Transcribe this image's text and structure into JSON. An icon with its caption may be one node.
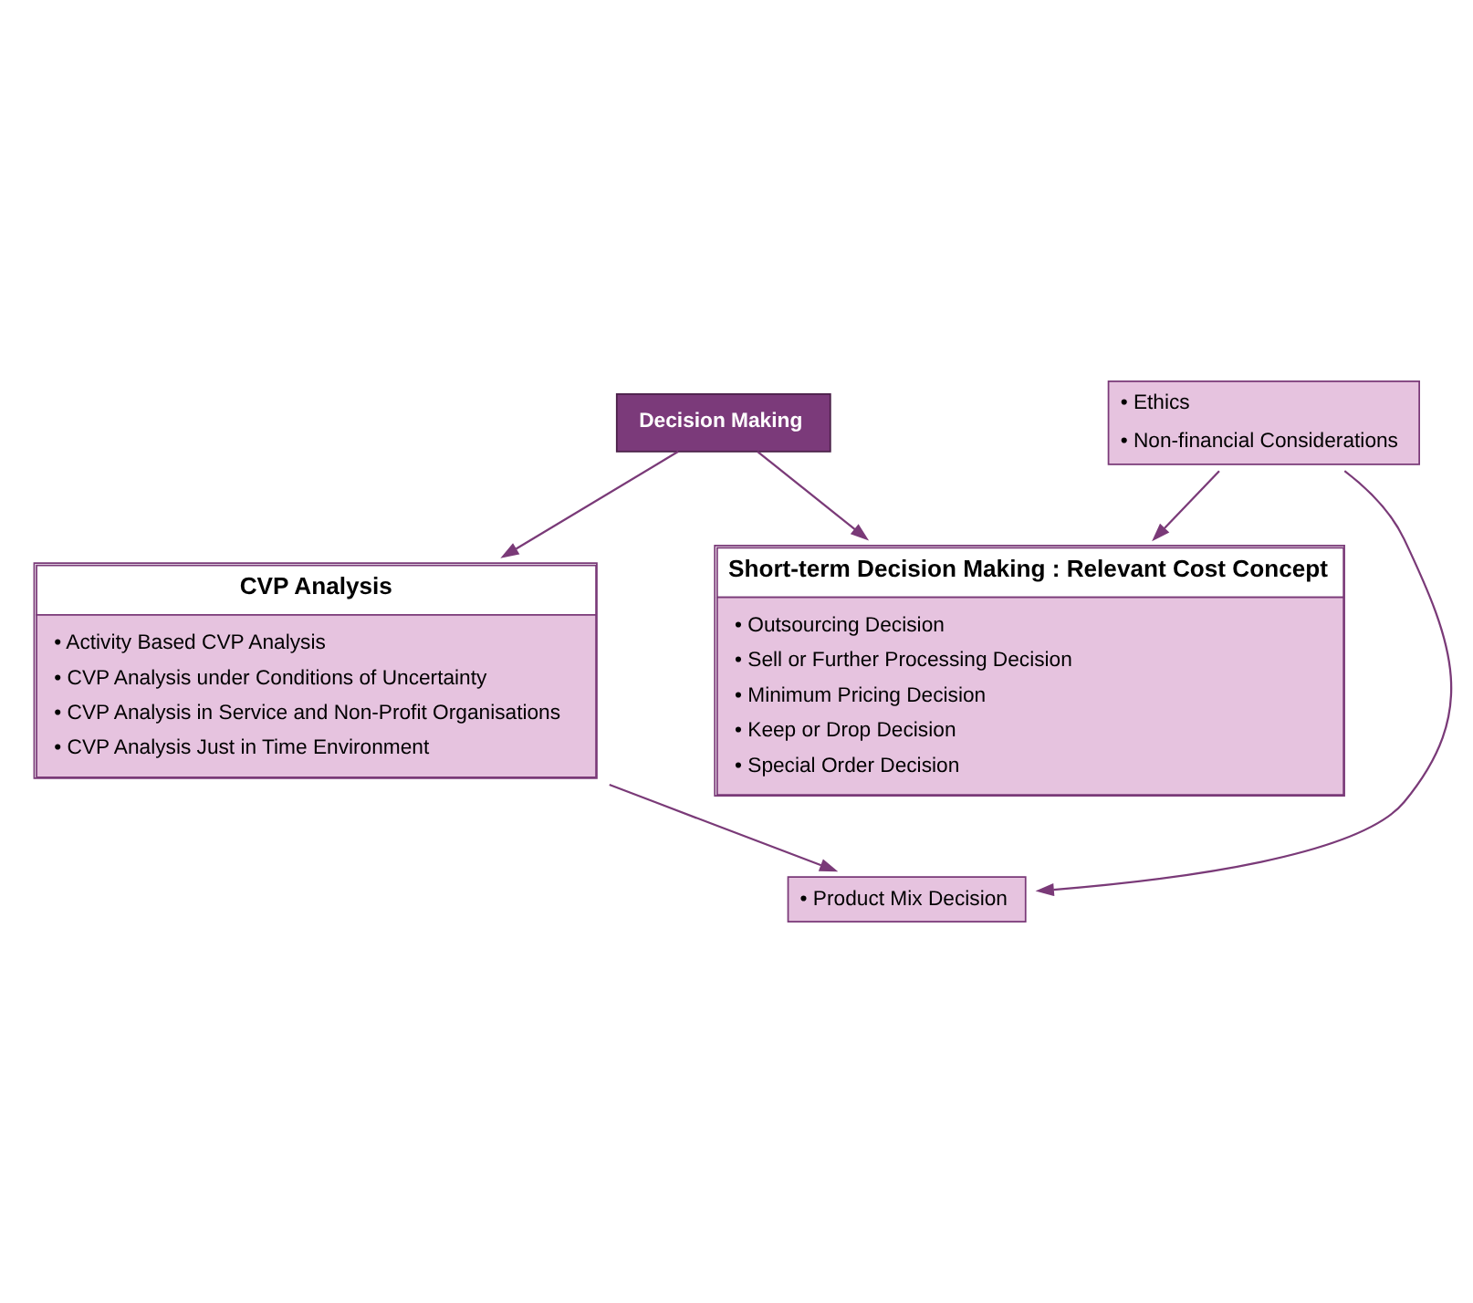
{
  "diagram": {
    "nodes": [
      {
        "text": [
          "Decision Making"
        ]
      },
      {
        "text": [
          "CVP Analysis",
          "• Activity Based CVP Analysis",
          "• CVP Analysis under Conditions of Uncertainty",
          "• CVP Analysis in Service and Non-Profit Organisations",
          "• CVP Analysis Just in Time Environment"
        ]
      },
      {
        "text": [
          "Short-term Decision Making : Relevant Cost Concept",
          "• Outsourcing Decision",
          "• Sell or Further Processing Decision",
          "• Minimum Pricing Decision",
          "• Keep or Drop Decision",
          "• Special Order Decision"
        ]
      },
      {
        "text": [
          "• Product Mix Decision"
        ]
      },
      {
        "text": [
          "• Ethics",
          "• Non-financial Considerations"
        ]
      }
    ],
    "edges": [
      {
        "from": 0,
        "to": 1,
        "arrow": "to"
      },
      {
        "from": 0,
        "to": 2,
        "arrow": "to"
      },
      {
        "from": 1,
        "to": 3,
        "arrow": "to"
      },
      {
        "from": 4,
        "to": 3,
        "arrow": "to"
      },
      {
        "from": 4,
        "to": 2,
        "arrow": "to"
      }
    ]
  }
}
